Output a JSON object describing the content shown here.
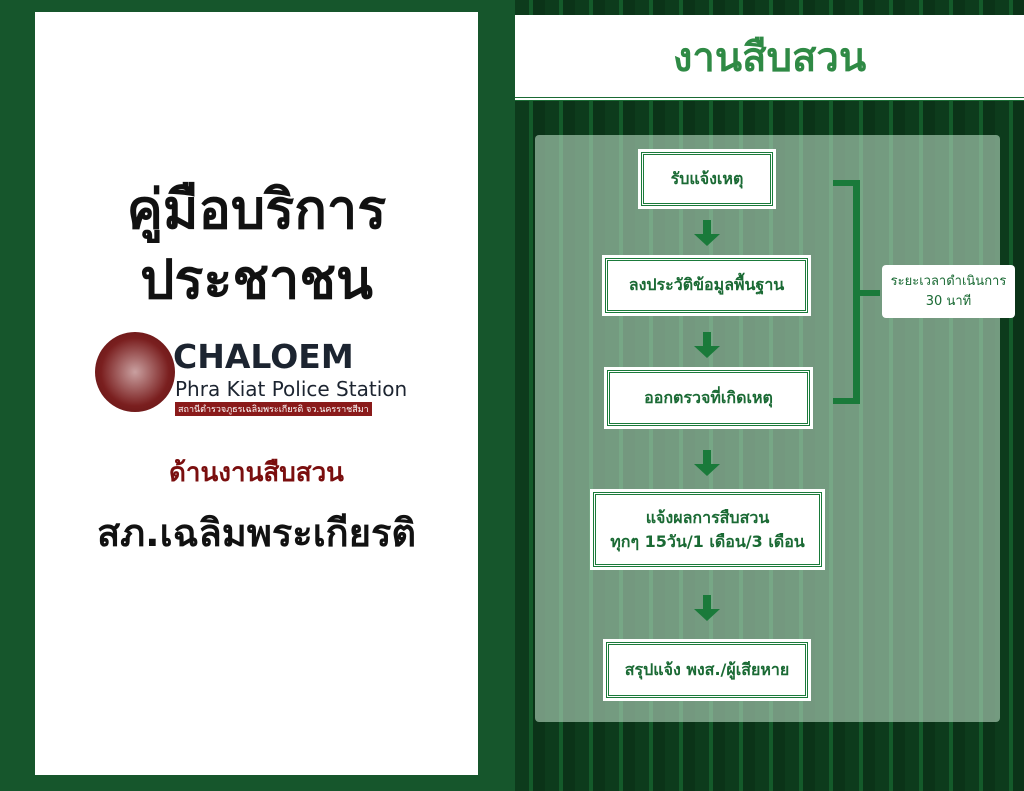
{
  "left": {
    "title_line1": "คู่มือบริการ",
    "title_line2": "ประชาชน",
    "logo": {
      "name": "CHALOEM",
      "subtitle": "Phra Kiat Police Station",
      "thai": "สถานีตำรวจภูธรเฉลิมพระเกียรติ จว.นครราชสีมา"
    },
    "section": "ด้านงานสืบสวน",
    "station": "สภ.เฉลิมพระเกียรติ"
  },
  "right": {
    "header": "งานสืบสวน",
    "steps": [
      "รับแจ้งเหตุ",
      "ลงประวัติข้อมูลพื้นฐาน",
      "ออกตรวจที่เกิดเหตุ",
      [
        "แจ้งผลการสืบสวน",
        "ทุกๆ 15วัน/1 เดือน/3 เดือน"
      ],
      "สรุปแจ้ง พงส./ผู้เสียหาย"
    ],
    "duration": {
      "label": "ระยะเวลาดำเนินการ",
      "value": "30 นาที"
    }
  },
  "colors": {
    "green": "#1a7a3a",
    "maroon": "#7a0e0e"
  }
}
